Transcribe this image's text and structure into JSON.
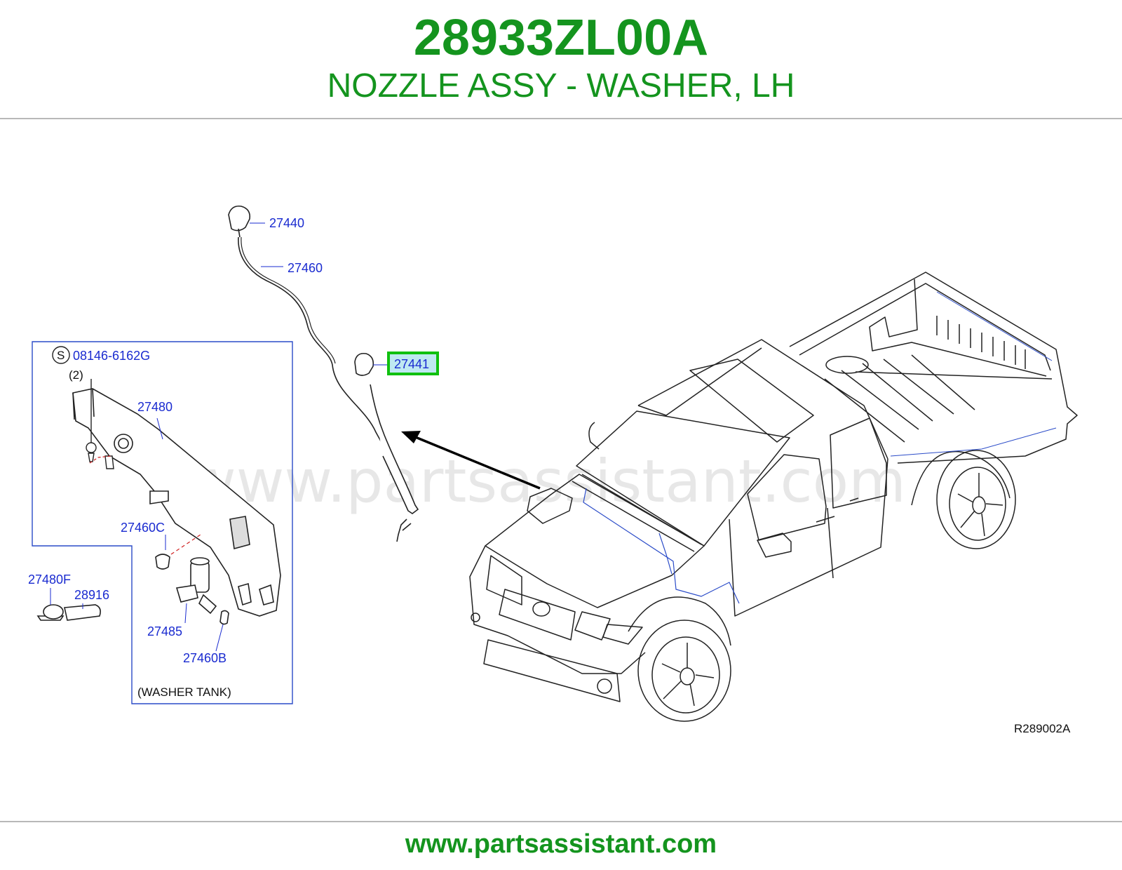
{
  "header": {
    "part_number": "28933ZL00A",
    "part_name": "NOZZLE ASSY - WASHER, LH"
  },
  "watermark": "www.partsassistant.com",
  "diagram": {
    "labels": {
      "p27440": "27440",
      "p27460": "27460",
      "p27441": "27441",
      "bolt": "08146-6162G",
      "bolt_symbol": "S",
      "bolt_qty": "(2)",
      "p27480": "27480",
      "p27460c": "27460C",
      "p27480f": "27480F",
      "p28916": "28916",
      "p27485": "27485",
      "p27460b": "27460B",
      "washer_tank": "(WASHER   TANK)",
      "ref_code": "R289002A"
    },
    "highlighted_part": "27441"
  },
  "footer": {
    "url": "www.partsassistant.com"
  },
  "colors": {
    "brand_green": "#14941e",
    "label_blue": "#1a2bd0",
    "highlight_green": "#10c010",
    "highlight_fill": "#bfe8f2"
  }
}
